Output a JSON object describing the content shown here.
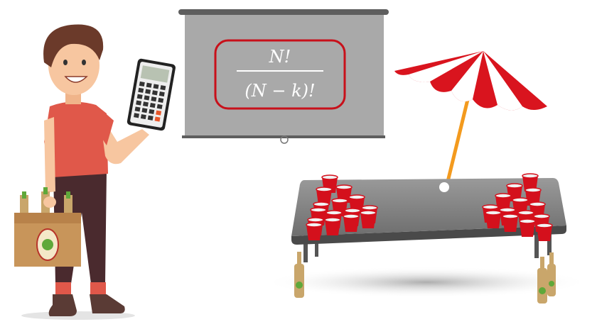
{
  "formula": {
    "numerator": "N!",
    "denominator": "(N − k)!"
  },
  "colors": {
    "cup_red": "#d4101c",
    "screen_gray": "#a9a9a9",
    "formula_border": "#c8101a",
    "umbrella_red": "#d9141e",
    "pole_orange": "#f39a1e",
    "shirt": "#e0584a"
  },
  "cups": {
    "left_count": 15,
    "right_count": 14
  }
}
